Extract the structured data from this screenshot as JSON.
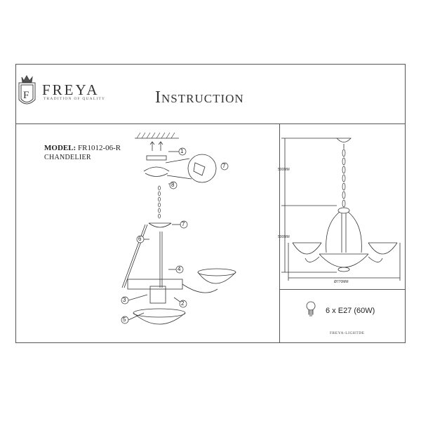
{
  "brand": {
    "name": "FREYA",
    "tagline": "TRADITION OF QUALITY",
    "monogram": "F"
  },
  "title": "Instruction",
  "product": {
    "model_label": "MODEL:",
    "model_code": "FR1012-06-R",
    "type": "CHANDELIER"
  },
  "callouts": [
    "1",
    "2",
    "3",
    "4",
    "5",
    "6",
    "7",
    "7",
    "8"
  ],
  "dimensions": {
    "chain_height": "500MM",
    "body_height": "500MM",
    "width": "Ø770MM"
  },
  "bulb": {
    "icon": "lightbulb-icon",
    "spec": "6 x E27 (60W)"
  },
  "footer": "FREYA-LIGHTDE",
  "colors": {
    "line": "#555555",
    "text": "#222222"
  }
}
